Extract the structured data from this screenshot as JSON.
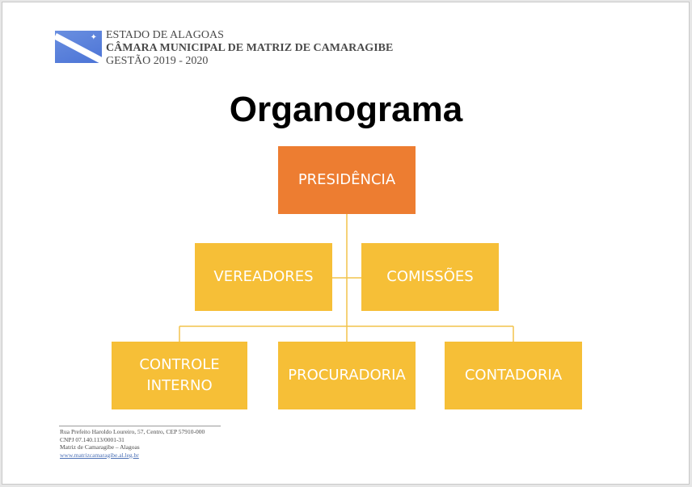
{
  "header": {
    "line1": "ESTADO DE ALAGOAS",
    "line2": "CÂMARA MUNICIPAL DE MATRIZ DE CAMARAGIBE",
    "line3": "GESTÃO 2019 - 2020"
  },
  "title": "Organograma",
  "org": {
    "presidencia": "PRESIDÊNCIA",
    "vereadores": "VEREADORES",
    "comissoes": "COMISSÕES",
    "controle_interno": "CONTROLE INTERNO",
    "procuradoria": "PROCURADORIA",
    "contadoria": "CONTADORIA"
  },
  "colors": {
    "orange": "#ed7d31",
    "yellow": "#f6bf37",
    "connector": "#f2c34c"
  },
  "footer": {
    "address": "Rua Prefeito Haroldo Loureiro, 57, Centro, CEP 57910-000",
    "cnpj": "CNPJ 07.140.113/0001-31",
    "city": "Matriz de Camaragibe – Alagoas",
    "website": "www.matrizcamaragibe.al.leg.br"
  }
}
